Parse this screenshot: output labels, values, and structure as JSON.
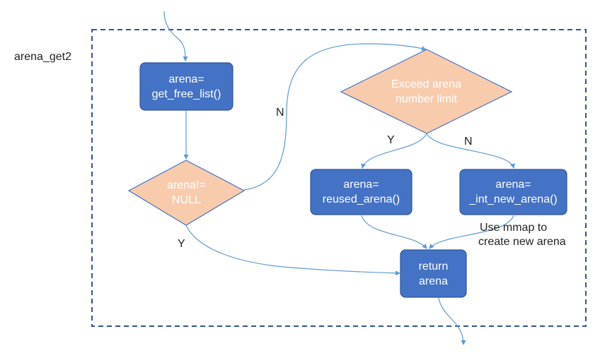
{
  "title": "arena_get2",
  "colors": {
    "process_fill": "#4472C4",
    "process_stroke": "#2F5597",
    "decision_fill": "#F8CBAD",
    "decision_stroke": "#4472C4",
    "edge": "#5B9BD5",
    "border": "#2F5597"
  },
  "nodes": {
    "get_free_list": {
      "line1": "arena=",
      "line2": "get_free_list()"
    },
    "arena_not_null": {
      "line1": "arena!=",
      "line2": "NULL"
    },
    "exceed_limit": {
      "line1": "Exceed arena",
      "line2": "number limit"
    },
    "reused_arena": {
      "line1": "arena=",
      "line2": "reused_arena()"
    },
    "int_new_arena": {
      "line1": "arena=",
      "line2": "_int_new_arena()"
    },
    "return_arena": {
      "line1": "return",
      "line2": "arena"
    }
  },
  "edge_labels": {
    "not_null_no": "N",
    "not_null_yes": "Y",
    "exceed_yes": "Y",
    "exceed_no": "N"
  },
  "annotation": {
    "line1": "Use mmap to",
    "line2": "create new arena"
  }
}
